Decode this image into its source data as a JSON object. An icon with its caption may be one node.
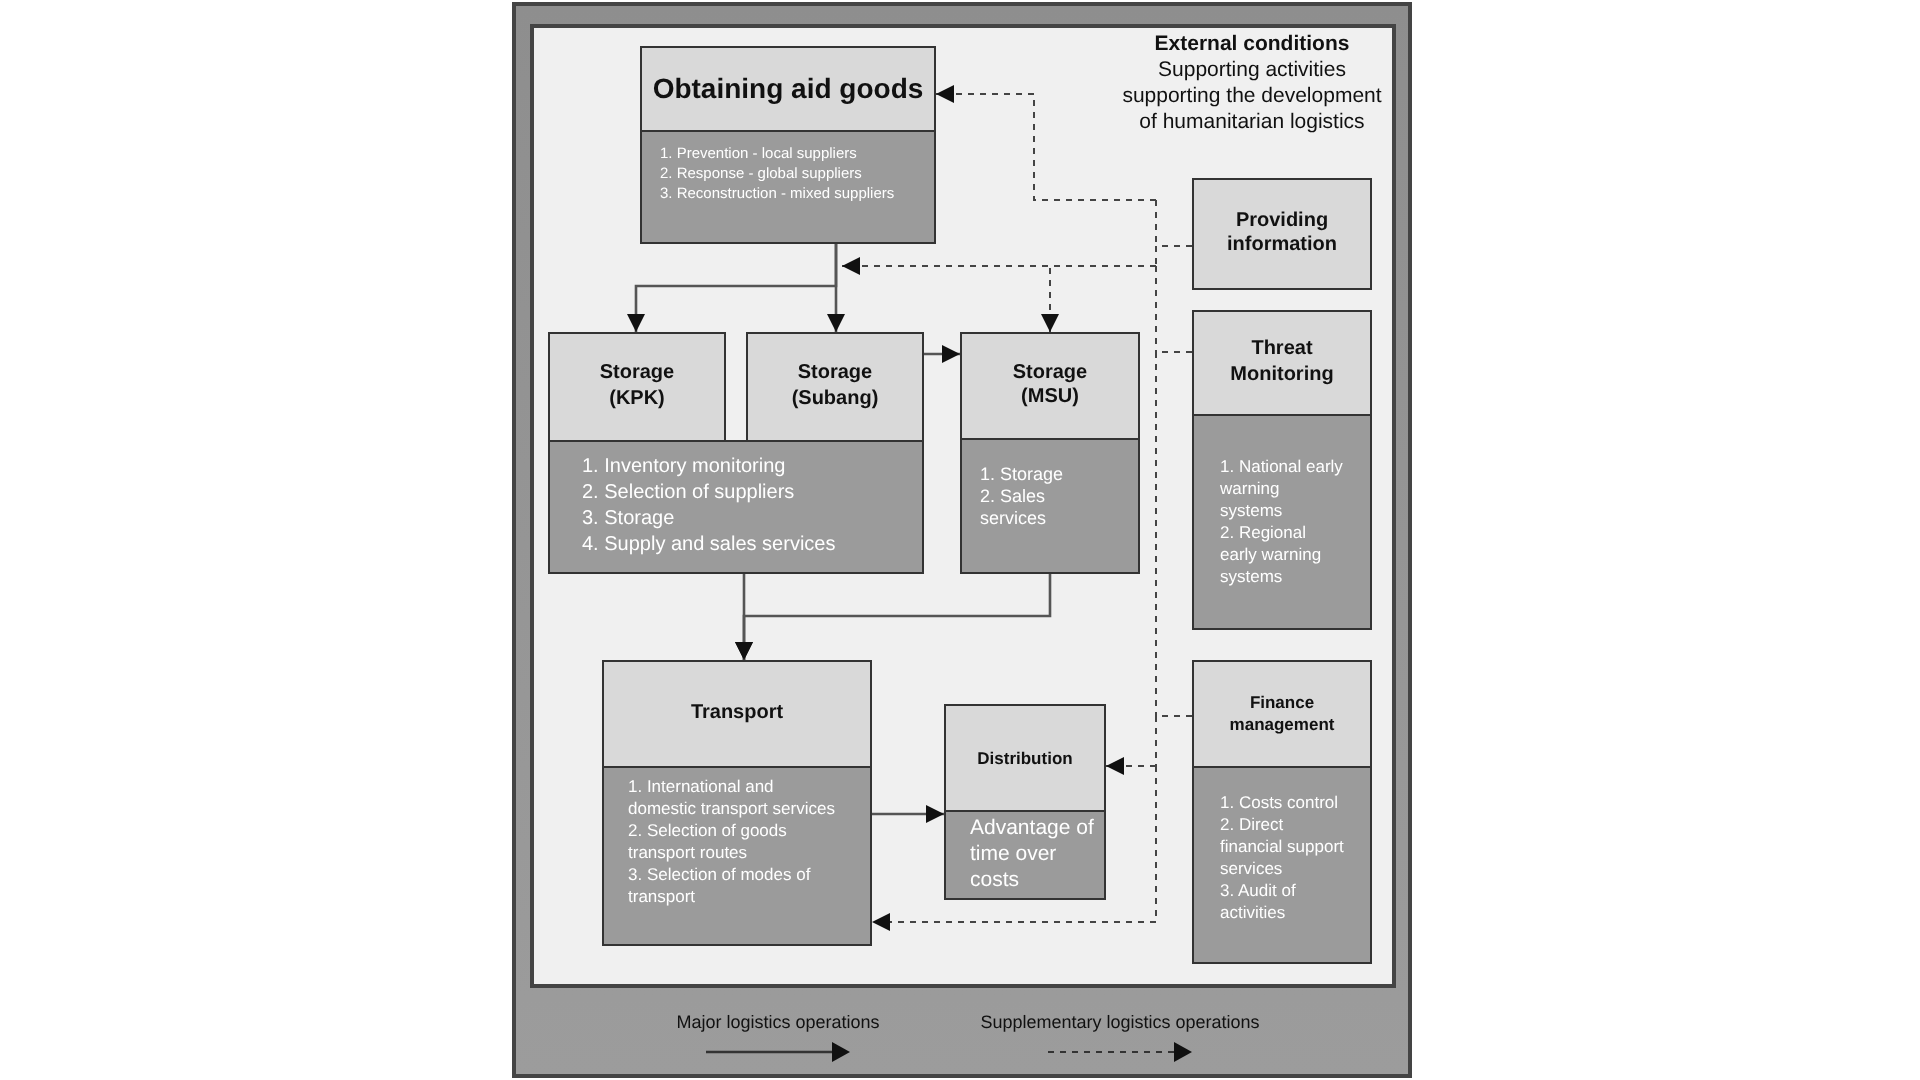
{
  "diagram": {
    "nodes": [
      {
        "text": [
          "Obtaining aid goods",
          "1. Prevention - local suppliers",
          "2. Response - global suppliers",
          "3. Reconstruction - mixed suppliers"
        ]
      },
      {
        "text": [
          "Storage (KPK)"
        ]
      },
      {
        "text": [
          "Storage (Subang)"
        ]
      },
      {
        "text": [
          "1. Inventory monitoring",
          "2. Selection of suppliers",
          "3. Storage",
          "4. Supply and sales services"
        ]
      },
      {
        "text": [
          "Storage (MSU)",
          "1. Storage",
          "2. Sales services"
        ]
      },
      {
        "text": [
          "Transport",
          "1. International and domestic transport services",
          "2. Selection of goods transport routes",
          "3. Selection of modes of transport"
        ]
      },
      {
        "text": [
          "Distribution",
          "Advantage of time over costs"
        ]
      },
      {
        "text": [
          "Providing information"
        ]
      },
      {
        "text": [
          "Threat Monitoring",
          "1. National early warning systems",
          "2. Regional early warning systems"
        ]
      },
      {
        "text": [
          "Finance management",
          "1. Costs control",
          "2. Direct financial support services",
          "3. Audit of activities"
        ]
      }
    ],
    "edges": [
      {
        "from": 0,
        "to": 1,
        "arrow": "to"
      },
      {
        "from": 0,
        "to": 2,
        "arrow": "to"
      },
      {
        "from": 2,
        "to": 4,
        "arrow": "to"
      },
      {
        "from": 3,
        "to": 5,
        "arrow": "to"
      },
      {
        "from": 4,
        "to": 5,
        "arrow": "to"
      },
      {
        "from": 5,
        "to": 6,
        "arrow": "to"
      },
      {
        "from": 7,
        "to": 0,
        "arrow": "to",
        "style": "dashed"
      },
      {
        "from": 7,
        "to": 0,
        "arrow": "to",
        "style": "dashed"
      },
      {
        "from": 7,
        "to": 4,
        "arrow": "to",
        "style": "dashed"
      },
      {
        "from": 7,
        "to": 6,
        "arrow": "to",
        "style": "dashed"
      },
      {
        "from": 7,
        "to": 5,
        "arrow": "to",
        "style": "dashed"
      },
      {
        "from": 8,
        "to": 0,
        "arrow": "to",
        "style": "dashed"
      },
      {
        "from": 8,
        "to": 0,
        "arrow": "to",
        "style": "dashed"
      },
      {
        "from": 8,
        "to": 4,
        "arrow": "to",
        "style": "dashed"
      },
      {
        "from": 8,
        "to": 6,
        "arrow": "to",
        "style": "dashed"
      },
      {
        "from": 8,
        "to": 5,
        "arrow": "to",
        "style": "dashed"
      },
      {
        "from": 9,
        "to": 0,
        "arrow": "to",
        "style": "dashed"
      },
      {
        "from": 9,
        "to": 0,
        "arrow": "to",
        "style": "dashed"
      },
      {
        "from": 9,
        "to": 4,
        "arrow": "to",
        "style": "dashed"
      },
      {
        "from": 9,
        "to": 6,
        "arrow": "to",
        "style": "dashed"
      },
      {
        "from": 9,
        "to": 5,
        "arrow": "to",
        "style": "dashed"
      }
    ],
    "labels": [
      "External conditions",
      "Supporting activities supporting the development of humanitarian logistics"
    ],
    "legend": [
      {
        "text": "Major logistics operations"
      },
      {
        "text": "Supplementary logistics operations"
      }
    ]
  }
}
